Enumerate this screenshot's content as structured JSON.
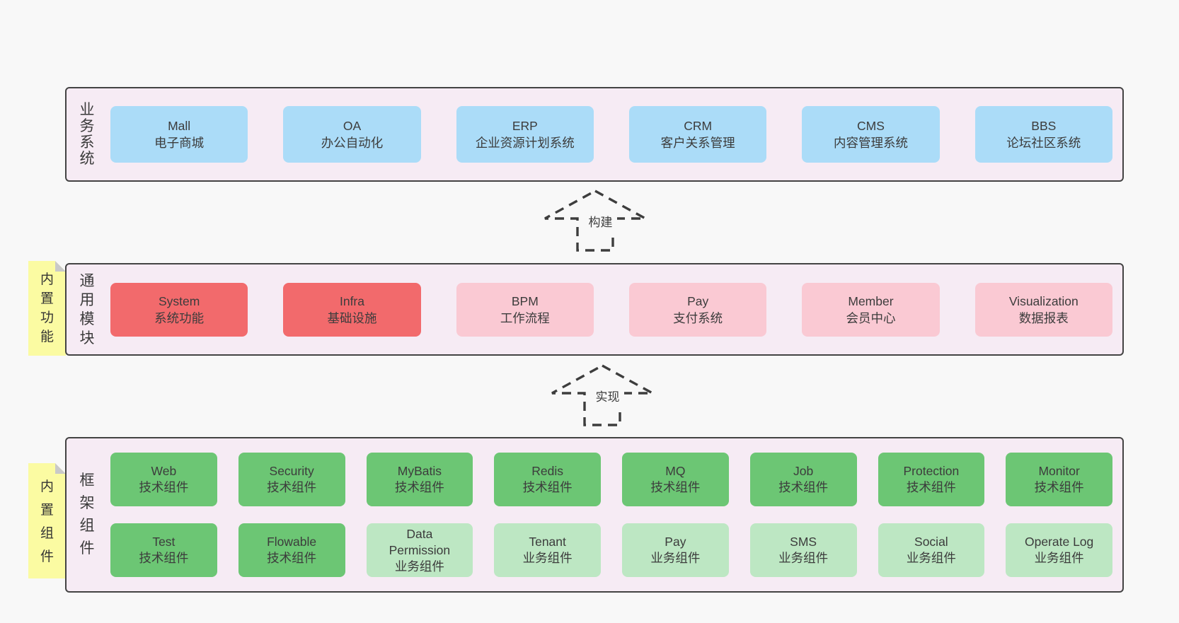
{
  "arrows": [
    {
      "label": "构建"
    },
    {
      "label": "实现"
    }
  ],
  "layers": [
    {
      "side_label": "业务系统",
      "boxes": [
        {
          "name": "Mall",
          "desc": "电子商城"
        },
        {
          "name": "OA",
          "desc": "办公自动化"
        },
        {
          "name": "ERP",
          "desc": "企业资源计划系统"
        },
        {
          "name": "CRM",
          "desc": "客户关系管理"
        },
        {
          "name": "CMS",
          "desc": "内容管理系统"
        },
        {
          "name": "BBS",
          "desc": "论坛社区系统"
        }
      ]
    },
    {
      "side_label": "通用模块",
      "sticky": "内置功能",
      "boxes": [
        {
          "name": "System",
          "desc": "系统功能"
        },
        {
          "name": "Infra",
          "desc": "基础设施"
        },
        {
          "name": "BPM",
          "desc": "工作流程"
        },
        {
          "name": "Pay",
          "desc": "支付系统"
        },
        {
          "name": "Member",
          "desc": "会员中心"
        },
        {
          "name": "Visualization",
          "desc": "数据报表"
        }
      ]
    },
    {
      "side_label": "框架组件",
      "sticky": "内置组件",
      "rows": [
        [
          {
            "name": "Web",
            "desc": "技术组件"
          },
          {
            "name": "Security",
            "desc": "技术组件"
          },
          {
            "name": "MyBatis",
            "desc": "技术组件"
          },
          {
            "name": "Redis",
            "desc": "技术组件"
          },
          {
            "name": "MQ",
            "desc": "技术组件"
          },
          {
            "name": "Job",
            "desc": "技术组件"
          },
          {
            "name": "Protection",
            "desc": "技术组件"
          },
          {
            "name": "Monitor",
            "desc": "技术组件"
          }
        ],
        [
          {
            "name": "Test",
            "desc": "技术组件"
          },
          {
            "name": "Flowable",
            "desc": "技术组件"
          },
          {
            "name": "Data Permission",
            "desc": "业务组件"
          },
          {
            "name": "Tenant",
            "desc": "业务组件"
          },
          {
            "name": "Pay",
            "desc": "业务组件"
          },
          {
            "name": "SMS",
            "desc": "业务组件"
          },
          {
            "name": "Social",
            "desc": "业务组件"
          },
          {
            "name": "Operate Log",
            "desc": "业务组件"
          }
        ]
      ]
    }
  ],
  "colors": {
    "page_background": "#f8f8f8",
    "layer_background": "#f6ebf4",
    "layer_border": "#434343",
    "business_box_blue": "#abdcf8",
    "core_module_red": "#f26a6c",
    "module_pink": "#fac9d3",
    "tech_component_green": "#6cc674",
    "biz_component_light_green": "#bde7c3",
    "sticky_note_yellow": "#fbfba2",
    "sticky_fold_gray": "#c9c9c9",
    "text": "#3d3d3d"
  }
}
